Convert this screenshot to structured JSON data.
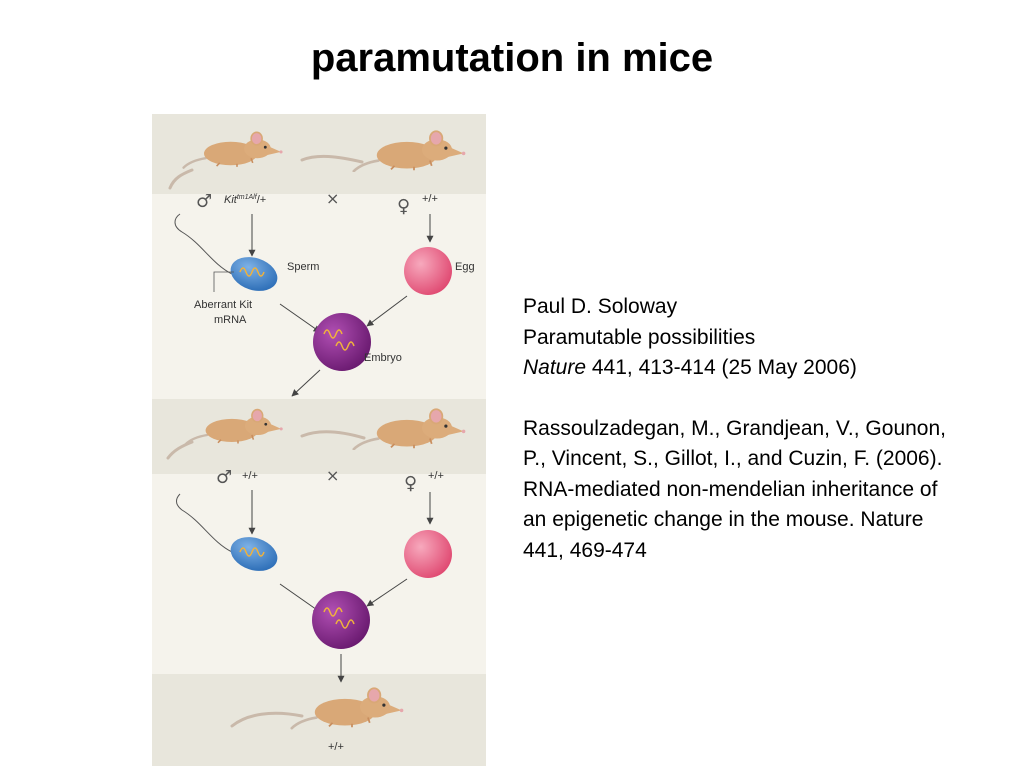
{
  "slide": {
    "title": "paramutation in mice"
  },
  "figure": {
    "gen1": {
      "male_symbol": "♂",
      "male_genotype_base": "Kit",
      "male_genotype_sup": "tm1Alf",
      "male_genotype_rest": "/+",
      "cross": "×",
      "female_symbol": "♀",
      "female_genotype": "+/+"
    },
    "sperm_label": "Sperm",
    "egg_label": "Egg",
    "aberrant_label_line1": "Aberrant Kit",
    "aberrant_label_line2": "mRNA",
    "embryo_label": "Embryo",
    "gen2": {
      "male_symbol": "♂",
      "male_genotype": "+/+",
      "cross": "×",
      "female_symbol": "♀",
      "female_genotype": "+/+"
    },
    "offspring_genotype": "+/+",
    "colors": {
      "band": "#e8e6dc",
      "mouse_body": "#d9a877",
      "mouse_ear": "#e6a7ac",
      "sperm": "#4f8fd2",
      "egg": "#e6587a",
      "embryo": "#8a2b8c",
      "rna": "#f0b23c"
    }
  },
  "references": {
    "ref1_author": "Paul D. Soloway",
    "ref1_title": "Paramutable possibilities",
    "ref1_journal": "Nature",
    "ref1_detail": " 441, 413-414 (25 May 2006)",
    "ref2_text": "Rassoulzadegan, M., Grandjean, V., Gounon, P., Vincent, S., Gillot, I., and Cuzin, F. (2006). RNA-mediated non-mendelian inheritance of an epigenetic change in the mouse. Nature 441, 469-474"
  }
}
